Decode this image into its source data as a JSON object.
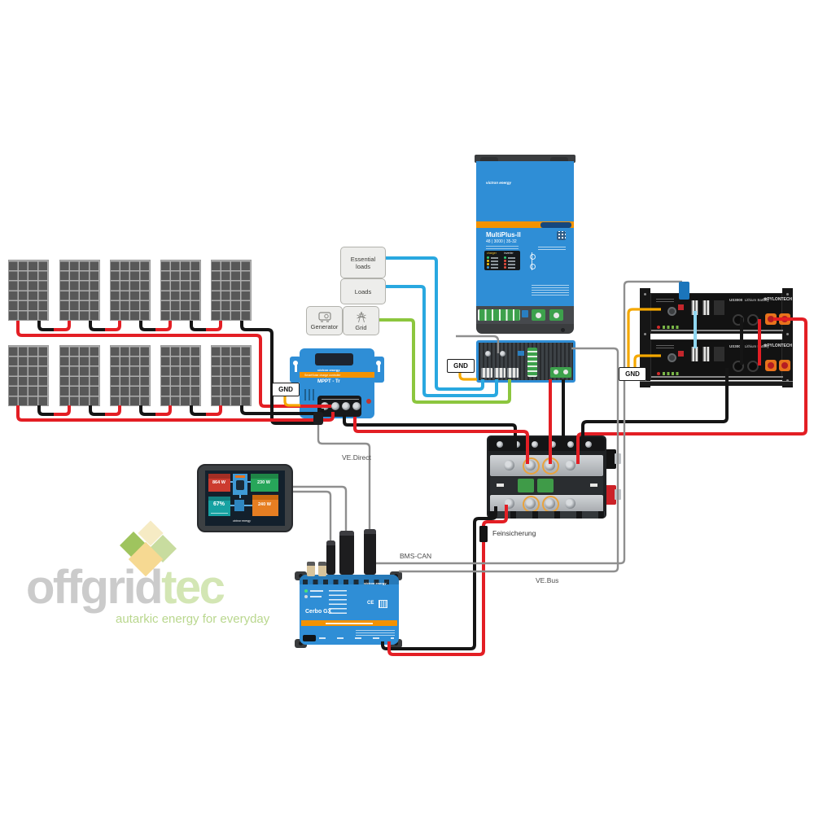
{
  "branding": {
    "logo_part1": "offgrid",
    "logo_part2": "tec",
    "tagline": "autarkic energy for everyday"
  },
  "boxes": {
    "essential_loads": "Essential loads",
    "loads": "Loads",
    "generator": "Generator",
    "grid": "Grid"
  },
  "gnd_label": "GND",
  "cable_labels": {
    "ve_direct": "VE.Direct",
    "bms_can": "BMS-CAN",
    "ve_bus": "VE.Bus",
    "feinsicherung": "Feinsicherung"
  },
  "devices": {
    "multiplus": {
      "brand": "victron energy",
      "model": "MultiPlus-II",
      "spec": "48 | 3000 | 35-32",
      "panel_left": "charger",
      "panel_right": "inverter"
    },
    "mppt": {
      "brand": "victron energy",
      "line": "SmartSolar charge controller",
      "model": "MPPT - Tr"
    },
    "cerbo": {
      "brand": "victron energy",
      "model": "Cerbo GX",
      "cert": "CE"
    },
    "battery": {
      "model": "US3000",
      "type": "Lithium Battery",
      "brand": "PYLONTECH"
    },
    "display": {
      "pv_value": "864 W",
      "loads_value": "230 W",
      "soc_value": "67%",
      "charger_value": "240 W"
    }
  },
  "colors": {
    "pv_red": "#e31e24",
    "pv_black": "#151515",
    "ac_out_blue": "#29a8e0",
    "ac_in_green": "#8cc63e",
    "ground_yellow": "#f5a800",
    "signal_gray": "#8f8f8f",
    "battery_link_cyan": "#8fd6f0",
    "victron_blue": "#2f8ed6",
    "victron_orange": "#f39200"
  }
}
